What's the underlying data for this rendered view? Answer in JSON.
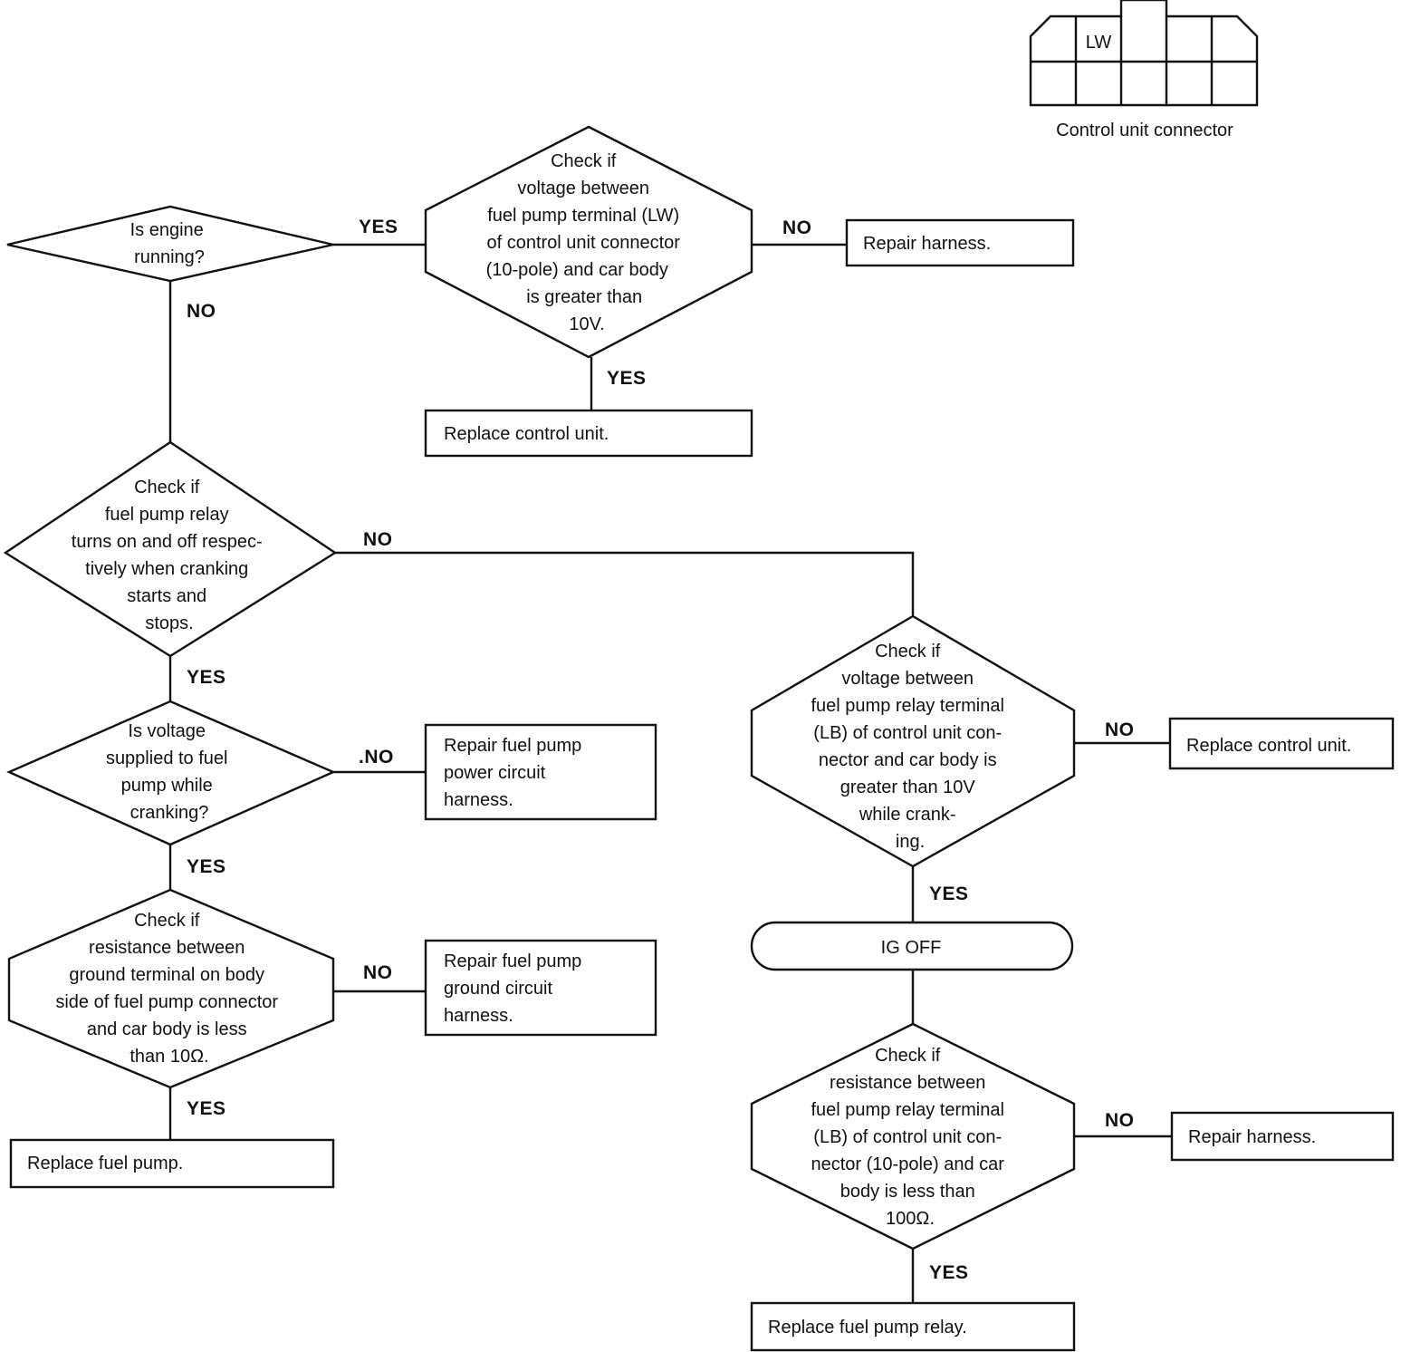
{
  "connector": {
    "pin_label": "LW",
    "caption": "Control unit connector"
  },
  "nodes": {
    "engine_running": [
      "Is engine",
      "running?"
    ],
    "check_lw_voltage": [
      "Check if",
      "voltage between",
      "fuel pump terminal (LW)",
      "of control unit connector",
      "(10-pole) and car body",
      "is greater than",
      "10V."
    ],
    "repair_harness_top": [
      "Repair harness."
    ],
    "replace_control_unit_top": [
      "Replace control unit."
    ],
    "check_relay_cranking": [
      "Check if",
      "fuel pump relay",
      "turns on and off respec-",
      "tively when cranking",
      "starts and",
      "stops."
    ],
    "voltage_supplied": [
      "Is voltage",
      "supplied to fuel",
      "pump while",
      "cranking?"
    ],
    "repair_power_circuit": [
      "Repair fuel pump",
      "power circuit",
      "harness."
    ],
    "check_ground_resistance": [
      "Check if",
      "resistance between",
      "ground terminal on body",
      "side of fuel pump connector",
      "and car body is less",
      "than 10Ω."
    ],
    "repair_ground_circuit": [
      "Repair fuel pump",
      "ground circuit",
      "harness."
    ],
    "replace_fuel_pump": [
      "Replace fuel pump."
    ],
    "check_lb_voltage": [
      "Check if",
      "voltage between",
      "fuel pump relay terminal",
      "(LB) of control unit con-",
      "nector and car body is",
      "greater than 10V",
      "while crank-",
      "ing."
    ],
    "replace_control_unit_right": [
      "Replace control unit."
    ],
    "ig_off": [
      "IG OFF"
    ],
    "check_lb_resistance": [
      "Check if",
      "resistance between",
      "fuel pump relay terminal",
      "(LB) of control unit con-",
      "nector (10-pole) and car",
      "body is less than",
      "100Ω."
    ],
    "repair_harness_right": [
      "Repair harness."
    ],
    "replace_relay": [
      "Replace fuel pump relay."
    ]
  },
  "edge_labels": {
    "engine_yes": "YES",
    "engine_no": "NO",
    "lw_no": "NO",
    "lw_yes": "YES",
    "relay_no": "NO",
    "relay_yes": "YES",
    "supply_no": ".NO",
    "supply_yes": "YES",
    "ground_no": "NO",
    "ground_yes": "YES",
    "lb_volt_no": "NO",
    "lb_volt_yes": "YES",
    "lb_res_no": "NO",
    "lb_res_yes": "YES"
  }
}
